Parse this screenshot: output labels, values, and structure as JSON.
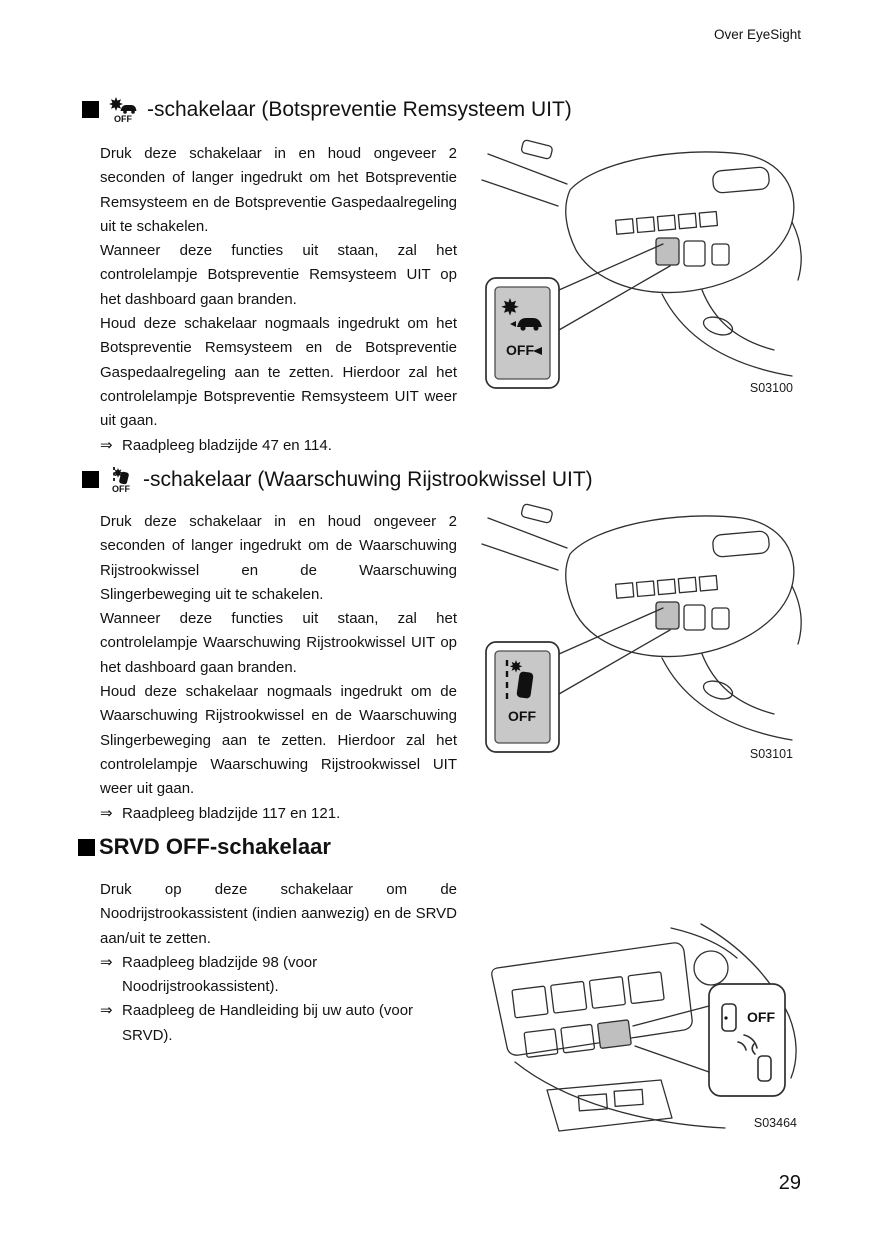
{
  "page": {
    "header": "Over EyeSight",
    "page_number": "29",
    "ref_marker": "⇒"
  },
  "sections": [
    {
      "icon": "collision-off-switch-icon",
      "icon_label": "OFF",
      "title": "-schakelaar (Botspreventie Remsysteem UIT)",
      "paragraphs": [
        "Druk deze schakelaar in en houd ongeveer 2 seconden of langer ingedrukt om het Botspreventie Remsysteem en de Botspreventie Gaspedaalregeling uit te schakelen.",
        "Wanneer deze functies uit staan, zal het controlelampje Botspreventie Remsysteem UIT op het dashboard gaan branden.",
        "Houd deze schakelaar nogmaals ingedrukt om het Botspreventie Remsysteem en de Botspreventie Gaspedaalregeling aan te zetten. Hierdoor zal het controlelampje Botspreventie Remsysteem UIT weer uit gaan."
      ],
      "reference": "Raadpleeg bladzijde 47 en 114.",
      "switch_label": "OFF",
      "figure_code": "S03100"
    },
    {
      "icon": "lane-departure-off-switch-icon",
      "icon_label": "OFF",
      "title": "-schakelaar (Waarschuwing Rijstrookwissel UIT)",
      "paragraphs": [
        "Druk deze schakelaar in en houd ongeveer 2 seconden of langer ingedrukt om de Waarschuwing Rijstrookwissel en de Waarschuwing Slingerbeweging uit te schakelen.",
        "Wanneer deze functies uit staan, zal het controlelampje Waarschuwing Rijstrookwissel UIT op het dashboard gaan branden.",
        "Houd deze schakelaar nogmaals ingedrukt om de Waarschuwing Rijstrookwissel en de Waarschuwing Slingerbeweging aan te zetten. Hierdoor zal het controlelampje Waarschuwing Rijstrookwissel UIT weer uit gaan."
      ],
      "reference": "Raadpleeg bladzijde 117 en 121.",
      "switch_label": "OFF",
      "figure_code": "S03101"
    },
    {
      "title": "SRVD OFF-schakelaar",
      "paragraphs": [
        "Druk op deze schakelaar om de Noodrijstrookassistent (indien aanwezig) en de SRVD aan/uit te zetten."
      ],
      "references": [
        "Raadpleeg bladzijde 98 (voor Noodrijstrookassistent).",
        "Raadpleeg de Handleiding bij uw auto (voor SRVD)."
      ],
      "switch_label": "OFF",
      "figure_code": "S03464"
    }
  ]
}
